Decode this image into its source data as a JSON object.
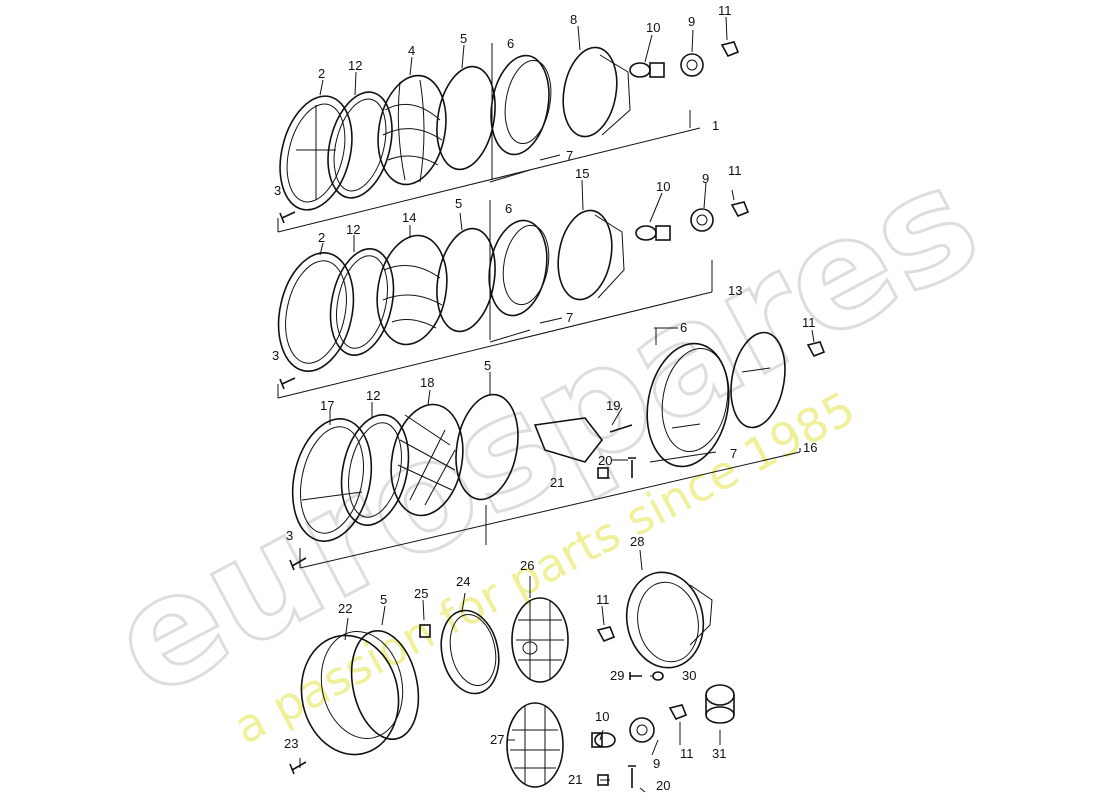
{
  "watermark": {
    "brand": "eurospares",
    "tagline": "a passion for parts since 1985",
    "tagline_color": "#e6e66a",
    "brand_color": "#d8d8d8"
  },
  "callouts": {
    "c1": "1",
    "c2a": "2",
    "c2b": "2",
    "c3a": "3",
    "c3b": "3",
    "c3c": "3",
    "c4": "4",
    "c5a": "5",
    "c5b": "5",
    "c5c": "5",
    "c5d": "5",
    "c6a": "6",
    "c6b": "6",
    "c6c": "6",
    "c7a": "7",
    "c7b": "7",
    "c7c": "7",
    "c8": "8",
    "c9a": "9",
    "c9b": "9",
    "c9c": "9",
    "c10a": "10",
    "c10b": "10",
    "c10c": "10",
    "c11a": "11",
    "c11b": "11",
    "c11c": "11",
    "c11d": "11",
    "c11e": "11",
    "c12a": "12",
    "c12b": "12",
    "c12c": "12",
    "c13": "13",
    "c14": "14",
    "c15": "15",
    "c16": "16",
    "c17": "17",
    "c18": "18",
    "c19": "19",
    "c20a": "20",
    "c20b": "20",
    "c21a": "21",
    "c21b": "21",
    "c22": "22",
    "c23": "23",
    "c24": "24",
    "c25": "25",
    "c26": "26",
    "c27": "27",
    "c28": "28",
    "c29": "29",
    "c30": "30",
    "c31": "31"
  }
}
